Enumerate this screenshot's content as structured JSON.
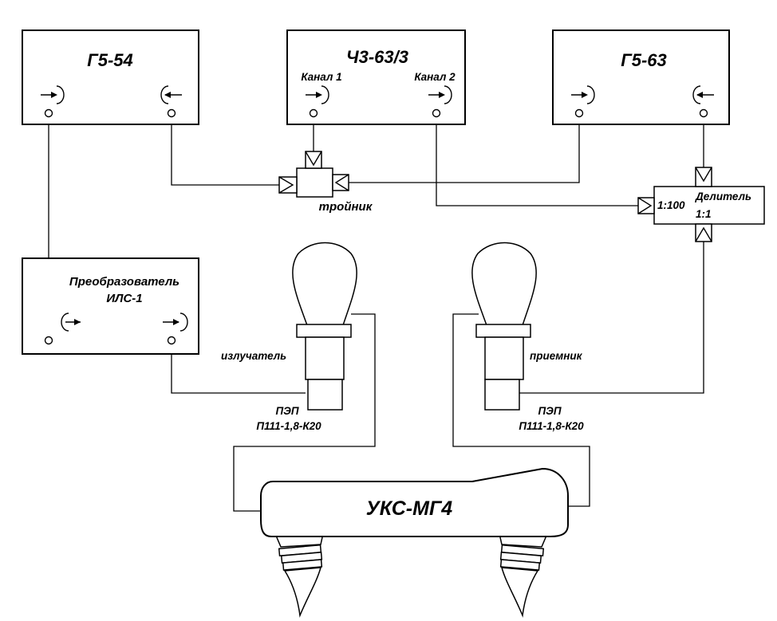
{
  "generators": {
    "g5_54": "Г5-54",
    "ch3_63": "Ч3-63/3",
    "g5_63": "Г5-63"
  },
  "counter": {
    "channel1": "Канал 1",
    "channel2": "Канал 2"
  },
  "tee": {
    "label": "тройник"
  },
  "divider": {
    "name": "Делитель",
    "ratio_left": "1:100",
    "ratio_bottom": "1:1"
  },
  "converter": {
    "line1": "Преобразователь",
    "line2": "ИЛС-1"
  },
  "transducers": {
    "emitter": "излучатель",
    "receiver": "приемник",
    "type_line1": "ПЭП",
    "type_line2": "П111-1,8-К20"
  },
  "tester": {
    "name": "УКС-МГ4"
  }
}
